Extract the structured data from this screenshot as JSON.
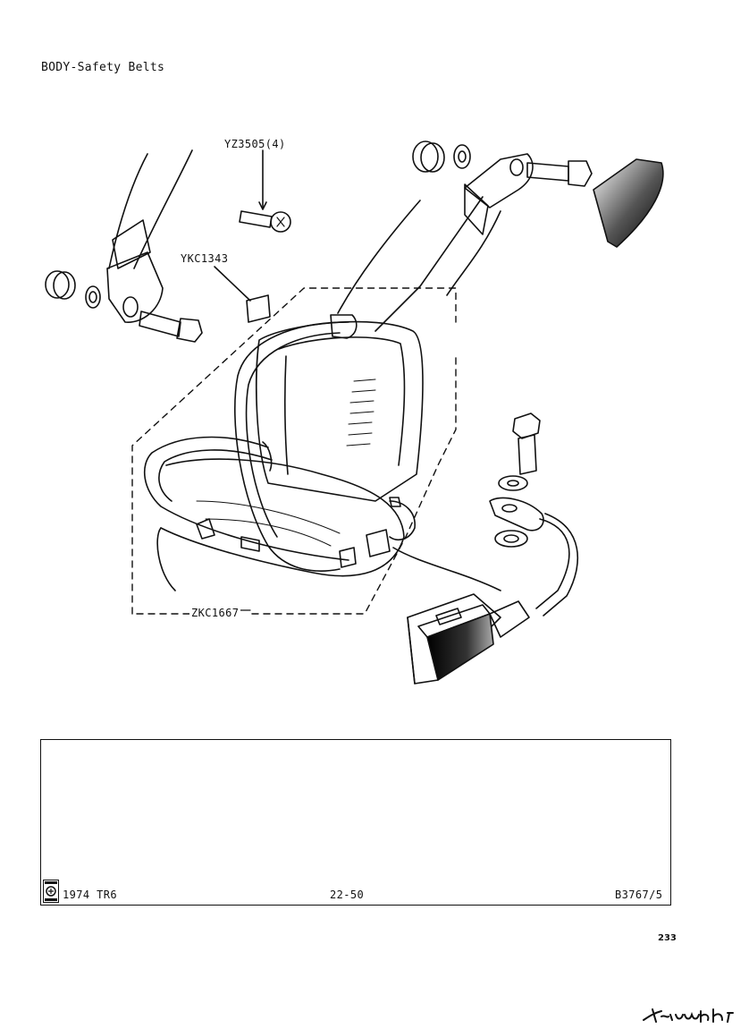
{
  "header": {
    "section_title": "BODY-Safety Belts"
  },
  "diagram": {
    "callouts": {
      "screw": "YZ3505(4)",
      "clip": "YKC1343",
      "belt_assembly": "ZKC1667"
    }
  },
  "footer": {
    "model": "1974 TR6",
    "plate_number": "22-50",
    "reference": "B3767/5"
  },
  "page_number": "233",
  "brand_signature": "Triumph"
}
